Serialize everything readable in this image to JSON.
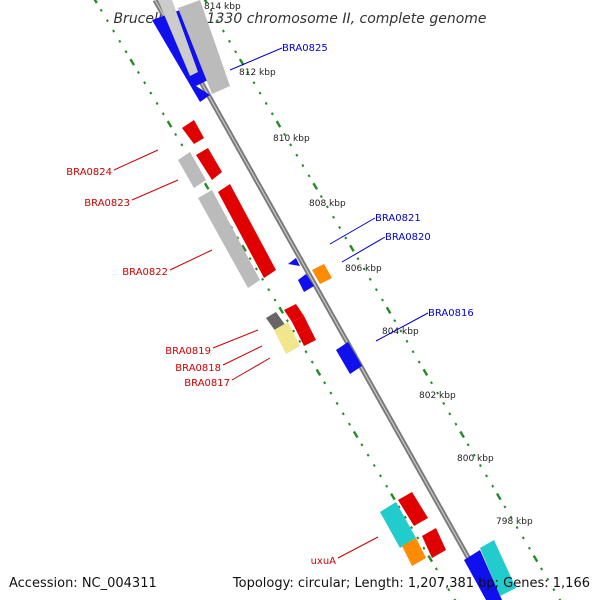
{
  "title": "Brucella suis 1330 chromosome II, complete genome",
  "footer": {
    "accession": "Accession: NC_004311",
    "summary": "Topology: circular; Length: 1,207,381 bp; Genes: 1,166"
  },
  "colors": {
    "forward_label": "#0000cc",
    "reverse_label": "#cc0000",
    "ticks": "#228b22",
    "backbone": "#808080"
  },
  "scale_ticks": [
    "814 kbp",
    "812 kbp",
    "810 kbp",
    "808 kbp",
    "806 kbp",
    "804 kbp",
    "802 kbp",
    "800 kbp",
    "798 kbp"
  ],
  "gene_labels": {
    "forward": [
      "BRA0825",
      "BRA0821",
      "BRA0820",
      "BRA0816"
    ],
    "reverse": [
      "BRA0824",
      "BRA0823",
      "BRA0822",
      "BRA0819",
      "BRA0818",
      "BRA0817",
      "uxuA"
    ]
  },
  "feature_colors": {
    "cds_forward": "#0000ee",
    "cds_reverse": "#ee0000",
    "blast_hit": "#bbbbbb",
    "orange": "#ff8c00",
    "cyan": "#22cccc",
    "yellow": "#f0e68c",
    "dark_gray": "#666666"
  }
}
